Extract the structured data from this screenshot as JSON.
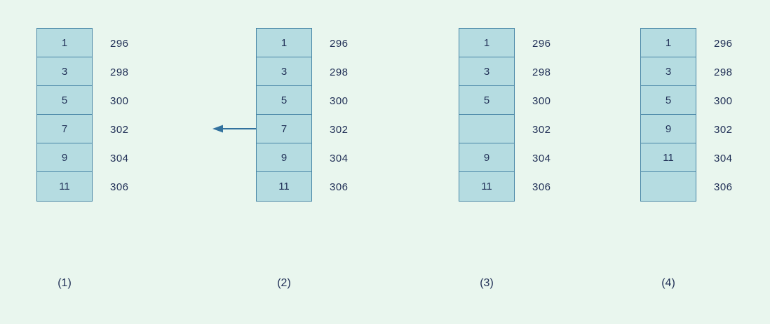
{
  "colors": {
    "background": "#e9f6ee",
    "cell_fill": "#b5dce1",
    "cell_border": "#4886a6",
    "text": "#1f2e55",
    "arrow": "#33729e"
  },
  "diagrams": [
    {
      "label": "(1)",
      "arrow_row": null,
      "rows": [
        {
          "value": "1",
          "address": "296"
        },
        {
          "value": "3",
          "address": "298"
        },
        {
          "value": "5",
          "address": "300"
        },
        {
          "value": "7",
          "address": "302"
        },
        {
          "value": "9",
          "address": "304"
        },
        {
          "value": "11",
          "address": "306"
        }
      ]
    },
    {
      "label": "(2)",
      "arrow_row": 3,
      "rows": [
        {
          "value": "1",
          "address": "296"
        },
        {
          "value": "3",
          "address": "298"
        },
        {
          "value": "5",
          "address": "300"
        },
        {
          "value": "7",
          "address": "302"
        },
        {
          "value": "9",
          "address": "304"
        },
        {
          "value": "11",
          "address": "306"
        }
      ]
    },
    {
      "label": "(3)",
      "arrow_row": null,
      "rows": [
        {
          "value": "1",
          "address": "296"
        },
        {
          "value": "3",
          "address": "298"
        },
        {
          "value": "5",
          "address": "300"
        },
        {
          "value": "",
          "address": "302"
        },
        {
          "value": "9",
          "address": "304"
        },
        {
          "value": "11",
          "address": "306"
        }
      ]
    },
    {
      "label": "(4)",
      "arrow_row": null,
      "rows": [
        {
          "value": "1",
          "address": "296"
        },
        {
          "value": "3",
          "address": "298"
        },
        {
          "value": "5",
          "address": "300"
        },
        {
          "value": "9",
          "address": "302"
        },
        {
          "value": "11",
          "address": "304"
        },
        {
          "value": "",
          "address": "306"
        }
      ]
    }
  ]
}
